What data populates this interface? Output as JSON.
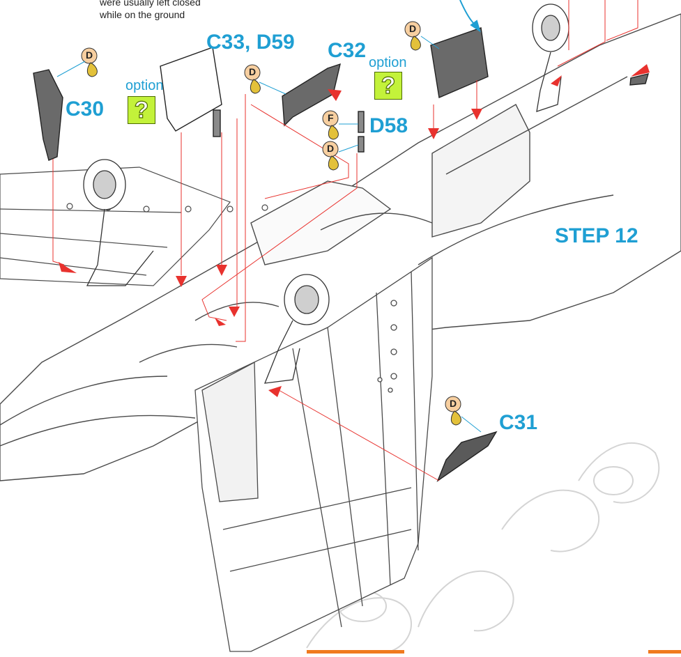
{
  "note": {
    "line1": "were usually left closed",
    "line2": "while on the ground"
  },
  "step_label": "STEP 12",
  "parts": {
    "c30": "C30",
    "c33_d59": "C33, D59",
    "c32": "C32",
    "d58": "D58",
    "c31": "C31"
  },
  "option_label": "option",
  "option_mark": "?",
  "paint_codes": {
    "d": "D",
    "f": "F"
  },
  "colors": {
    "label_blue": "#1f9fd3",
    "arrow_red": "#e8322e",
    "option_green": "#c3f23a",
    "paint_tag": "#f7cfa0",
    "line_art": "#444444",
    "part_gray": "#6a6a6a",
    "watermark": "#d9d9d9",
    "bottom_bar": "#f07a1e"
  }
}
